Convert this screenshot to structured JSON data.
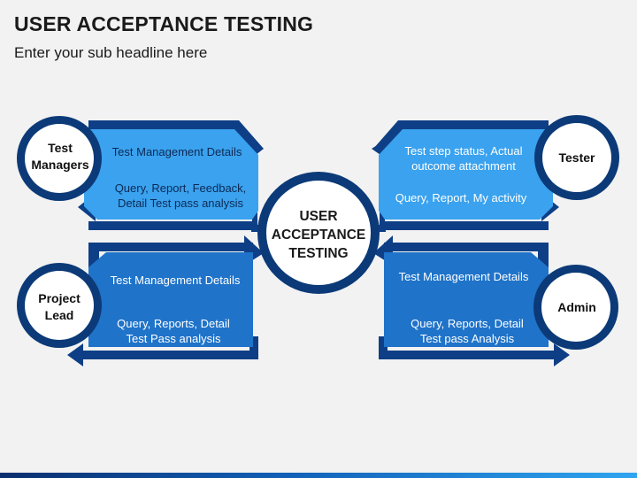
{
  "header": {
    "title": "USER ACCEPTANCE TESTING",
    "subtitle": "Enter your sub headline here"
  },
  "center": {
    "label": "USER ACCEPTANCE TESTING"
  },
  "roles": {
    "test_managers": {
      "name": "Test Managers",
      "line1": "Test Management Details",
      "line2": "Query, Report, Feedback, Detail Test pass analysis"
    },
    "tester": {
      "name": "Tester",
      "line1": "Test step status, Actual outcome attachment",
      "line2": "Query, Report, My activity"
    },
    "project_lead": {
      "name": "Project Lead",
      "line1": "Test Management Details",
      "line2": "Query, Reports, Detail Test Pass analysis"
    },
    "admin": {
      "name": "Admin",
      "line1": "Test Management Details",
      "line2": "Query, Reports, Detail Test pass Analysis"
    }
  },
  "colors": {
    "dark_blue": "#0e3f86",
    "mid_blue": "#1f73c9",
    "light_blue": "#35a6f0",
    "navy_ring": "#0c3a78"
  }
}
